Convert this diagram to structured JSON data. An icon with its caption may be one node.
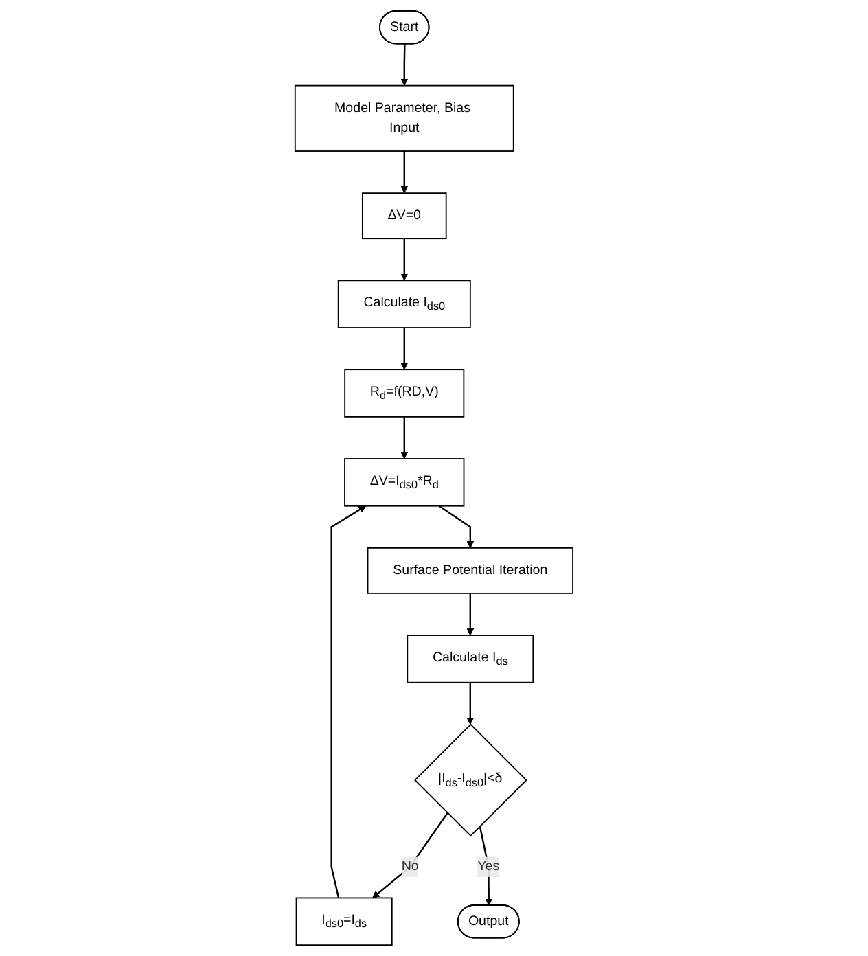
{
  "diagram": {
    "nodes": [
      {
        "text": [
          "Start"
        ]
      },
      {
        "text": [
          "Model Parameter, Bias Input"
        ]
      },
      {
        "text": [
          "ΔV=0"
        ]
      },
      {
        "text": [
          "Calculate I$_{ds0}$"
        ]
      },
      {
        "text": [
          "R$_{d}$=f(RD,V)"
        ]
      },
      {
        "text": [
          "I$_{ds0}$=I$_{ds}$"
        ]
      },
      {
        "text": [
          "ΔV=I$_{ds0}$*R$_{d}$"
        ]
      },
      {
        "text": [
          "Surface Potential Iteration"
        ]
      },
      {
        "text": [
          "Calculate I$_{ds}$"
        ]
      },
      {
        "text": [
          "|I$_{ds}$-I$_{ds0}$|<δ"
        ]
      },
      {
        "text": [
          "Output"
        ]
      }
    ],
    "edges": [
      {
        "from": 0,
        "to": 1,
        "arrow": "to"
      },
      {
        "from": 1,
        "to": 2,
        "arrow": "to"
      },
      {
        "from": 2,
        "to": 3,
        "arrow": "to"
      },
      {
        "from": 3,
        "to": 4,
        "arrow": "to"
      },
      {
        "from": 4,
        "to": 6,
        "arrow": "to"
      },
      {
        "from": 5,
        "to": 6,
        "arrow": "to"
      },
      {
        "from": 6,
        "to": 7,
        "arrow": "to"
      },
      {
        "from": 7,
        "to": 8,
        "arrow": "to"
      },
      {
        "from": 8,
        "to": 9,
        "arrow": "to"
      },
      {
        "from": 9,
        "to": 5,
        "label": "No",
        "arrow": "to"
      },
      {
        "from": 9,
        "to": 10,
        "label": "Yes",
        "arrow": "to"
      }
    ]
  }
}
